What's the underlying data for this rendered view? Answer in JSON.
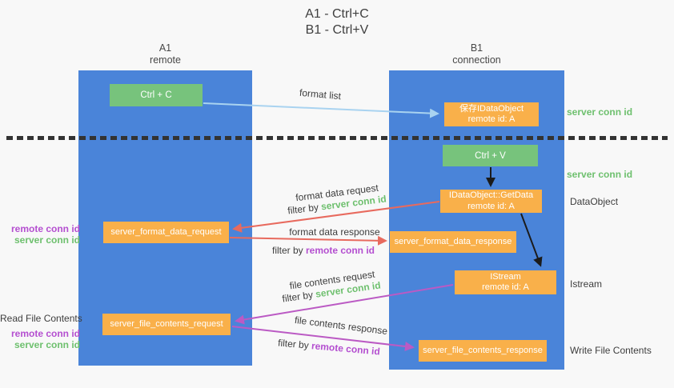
{
  "title": {
    "line1": "A1 - Ctrl+C",
    "line2": "B1 - Ctrl+V"
  },
  "columns": {
    "a1": {
      "name": "A1",
      "subtitle": "remote"
    },
    "b1": {
      "name": "B1",
      "subtitle": "connection"
    }
  },
  "nodes": {
    "ctrl_c": "Ctrl + C",
    "save_idataobject": {
      "line1": "保存IDataObject",
      "line2": "remote id: A"
    },
    "ctrl_v": "Ctrl + V",
    "getdata": {
      "line1": "IDataObject::GetData",
      "line2": "remote id: A"
    },
    "format_request": "server_format_data_request",
    "format_response": "server_format_data_response",
    "istream": {
      "line1": "IStream",
      "line2": "remote id: A"
    },
    "file_request": "server_file_contents_request",
    "file_response": "server_file_contents_response"
  },
  "flow_labels": {
    "format_list": "format list",
    "format_data_request": "format data request",
    "format_data_response": "format data response",
    "file_contents_request": "file contents request",
    "file_contents_response": "file contents response",
    "filter_req1": {
      "prefix": "filter by ",
      "term": "server conn id"
    },
    "filter_resp1": {
      "prefix": "filter by ",
      "term": "remote conn id"
    },
    "filter_req2": {
      "prefix": "filter by ",
      "term": "server conn id"
    },
    "filter_resp2": {
      "prefix": "filter by ",
      "term": "remote conn id"
    }
  },
  "side_labels": {
    "server_conn_id_top": "server conn id",
    "server_conn_id_mid": "server conn id",
    "dataobject": "DataObject",
    "istream": "Istream",
    "write_file_contents": "Write File Contents",
    "read_file_contents": "Read File Contents",
    "left1_remote": "remote conn id",
    "left1_server": "server conn id",
    "left2_remote": "remote conn id",
    "left2_server": "server conn id"
  },
  "colors": {
    "lifeline_blue": "#4a84d9",
    "node_green": "#77c37c",
    "node_orange": "#f9b04a",
    "id_green": "#6ec06e",
    "id_purple": "#b44fd0",
    "arrow_blue": "#a9d3f0",
    "arrow_salmon": "#e86a5e",
    "arrow_magenta": "#bb5ac4",
    "arrow_black": "#1b1b1b",
    "background": "#f8f8f8"
  }
}
